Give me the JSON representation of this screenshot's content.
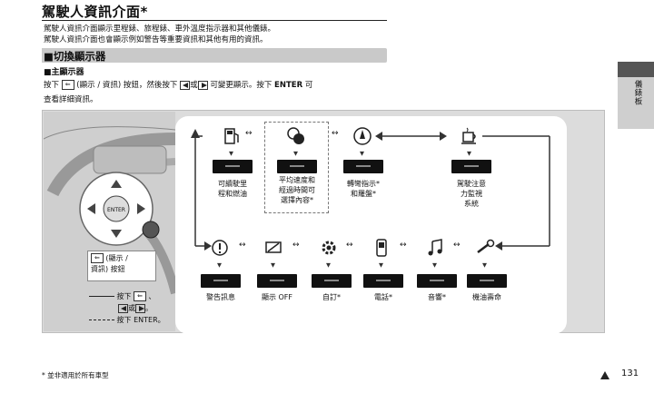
{
  "page": {
    "title": "駕駛人資訊介面*",
    "intro_line1": "駕駛人資訊介面顯示里程錶、旅程錶、車外溫度指示器和其他儀錶。",
    "intro_line2": "駕駛人資訊介面也會顯示例如警告等重要資訊和其他有用的資訊。",
    "section_title": "■切換顯示器",
    "sub_heading": "■主顯示器",
    "instr_a": "按下",
    "instr_b": "(顯示 / 資訊) 按鈕，然後按下",
    "instr_or": "或",
    "instr_c": "可變更顯示。按下",
    "instr_enter": "ENTER",
    "instr_d": "可",
    "instr_line2": "查看詳細資訊。",
    "side_tab": "儀錶板",
    "footer_note": "* 並非適用於所有車型",
    "page_number": "131"
  },
  "diagram": {
    "top_row": [
      {
        "label1": "可續駛里",
        "label2": "程和燃油",
        "label3": "",
        "icon": "fuel-pump-icon"
      },
      {
        "label1": "平均速度和",
        "label2": "經過時間可",
        "label3": "選擇內容*",
        "icon": "average-speed-icon"
      },
      {
        "label1": "轉彎指示*",
        "label2": "和羅盤*",
        "label3": "",
        "icon": "compass-icon"
      },
      {
        "label1": "駕駛注意",
        "label2": "力監視",
        "label3": "系統",
        "icon": "coffee-cup-icon"
      }
    ],
    "bottom_row": [
      {
        "label": "警告訊息",
        "icon": "warning-info-icon"
      },
      {
        "label": "顯示 OFF",
        "icon": "display-off-icon"
      },
      {
        "label": "自訂*",
        "icon": "gear-settings-icon"
      },
      {
        "label": "電話*",
        "icon": "phone-icon"
      },
      {
        "label": "音響*",
        "icon": "music-note-icon"
      },
      {
        "label": "機油壽命",
        "icon": "wrench-icon"
      }
    ],
    "arrow_symbol": "↔",
    "down_symbol": "▼",
    "steering_center": "ENTER",
    "callout_line1": "(顯示 /",
    "callout_line2": "資訊) 按鈕",
    "legend_press": "按下",
    "legend_or": "或",
    "legend_enter": "按下 ENTER。",
    "legend_dot": "。",
    "legend_comma": "、",
    "key_symbol": "⇐"
  }
}
